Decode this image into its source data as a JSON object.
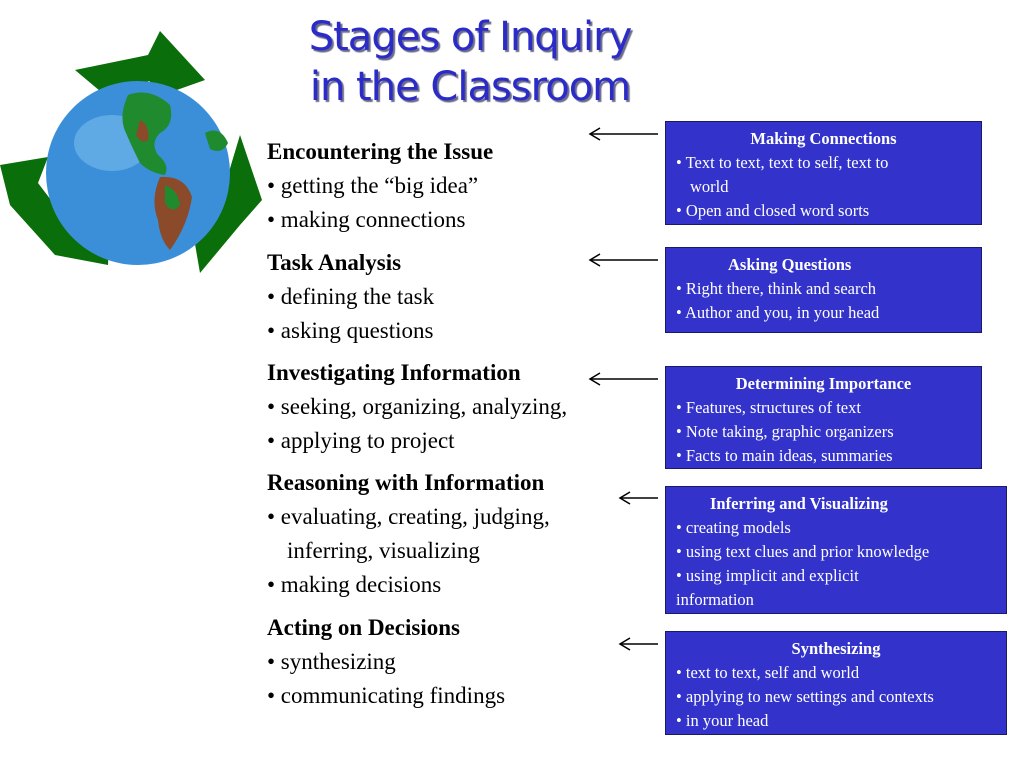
{
  "title": {
    "line1": "Stages of Inquiry",
    "line2": "in the Classroom"
  },
  "stages": [
    {
      "heading": "Encountering the Issue",
      "items": [
        "• getting the “big idea”",
        "• making connections"
      ]
    },
    {
      "heading": "Task Analysis",
      "items": [
        "• defining the task",
        "• asking questions"
      ]
    },
    {
      "heading": "Investigating Information",
      "items": [
        "• seeking, organizing, analyzing,",
        "• applying to project"
      ]
    },
    {
      "heading": "Reasoning with Information",
      "items": [
        "• evaluating, creating, judging,",
        "inferring, visualizing",
        "• making decisions"
      ]
    },
    {
      "heading": "Acting on Decisions",
      "items": [
        "• synthesizing",
        "• communicating findings"
      ]
    }
  ],
  "strategies": [
    {
      "heading": "Making Connections",
      "lines": [
        "• Text to text, text to self, text to",
        "world",
        "• Open and closed word sorts"
      ]
    },
    {
      "heading": "Asking Questions",
      "lines": [
        "• Right there, think and search",
        "• Author and you, in your head"
      ]
    },
    {
      "heading": "Determining Importance",
      "lines": [
        "• Features, structures of text",
        "• Note taking, graphic organizers",
        "• Facts to main ideas, summaries"
      ]
    },
    {
      "heading": "Inferring and Visualizing",
      "lines": [
        "• creating models",
        "• using text clues and prior knowledge",
        "• using implicit and explicit",
        "information"
      ]
    },
    {
      "heading": "Synthesizing",
      "lines": [
        "• text to text, self and world",
        "• applying to new settings and contexts",
        "• in your head"
      ]
    }
  ],
  "colors": {
    "title": "#2b2bc8",
    "box_fill": "#3333cc",
    "box_text": "#ffffff",
    "recycle_green": "#0a6e0a",
    "globe_ocean": "#3a8fd8",
    "land_green": "#1f8a2e",
    "land_brown": "#8b4a2a"
  },
  "icons": {
    "logo": "recycling-globe-icon",
    "arrow": "left-arrow-icon"
  }
}
